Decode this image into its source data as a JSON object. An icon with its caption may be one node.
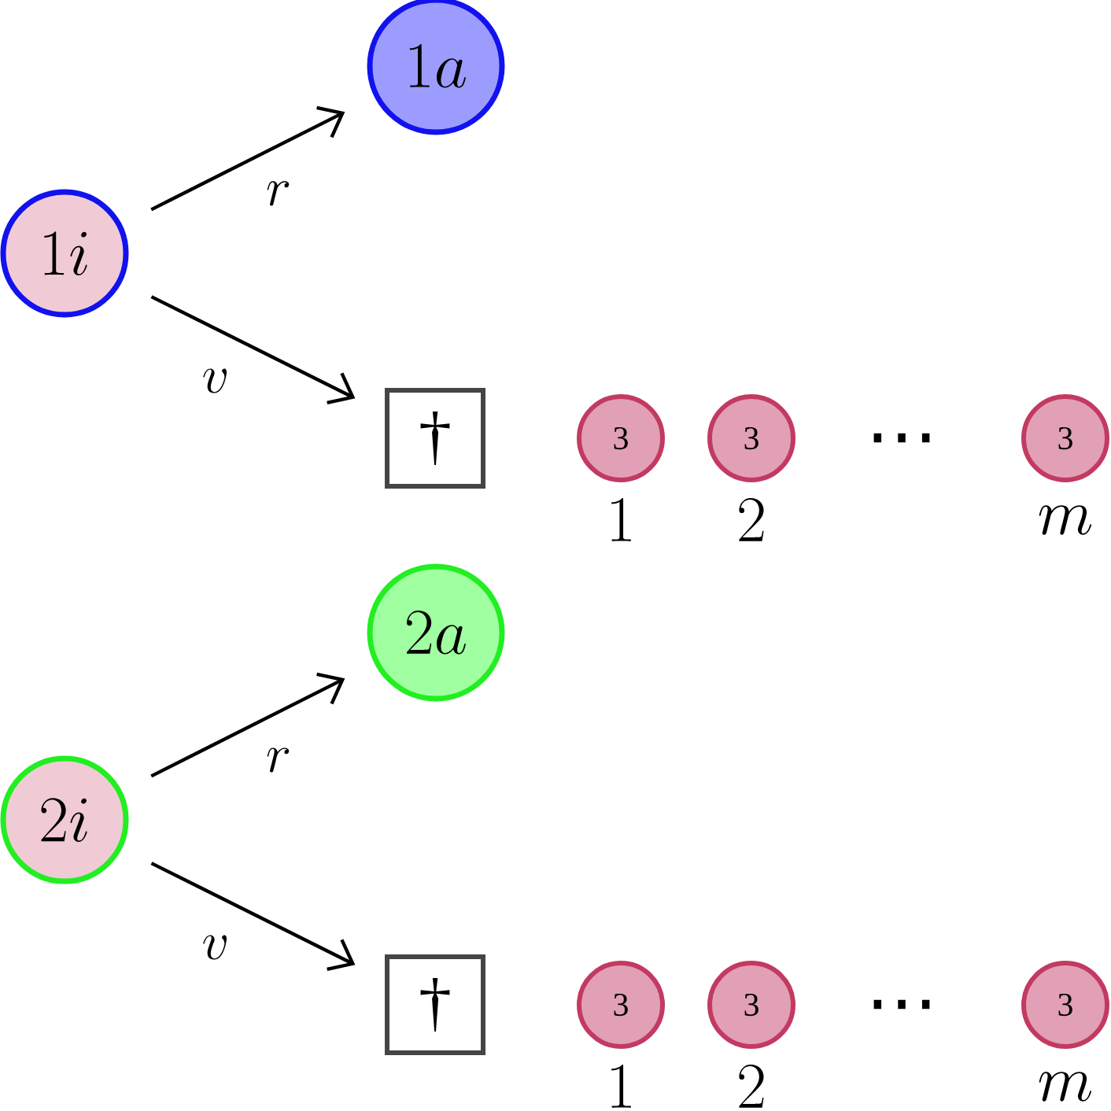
{
  "diagram": {
    "nodes": [
      {
        "text": [
          "1i"
        ]
      },
      {
        "text": [
          "1a"
        ]
      },
      {
        "text": [
          "†"
        ]
      },
      {
        "text": [
          "3"
        ],
        "beside": [
          "1"
        ]
      },
      {
        "text": [
          "3"
        ],
        "beside": [
          "2"
        ]
      },
      {
        "text": [
          "3"
        ],
        "beside": [
          "m"
        ]
      },
      {
        "text": [
          "2i"
        ]
      },
      {
        "text": [
          "2a"
        ]
      },
      {
        "text": [
          "†"
        ]
      },
      {
        "text": [
          "3"
        ],
        "beside": [
          "1"
        ]
      },
      {
        "text": [
          "3"
        ],
        "beside": [
          "2"
        ]
      },
      {
        "text": [
          "3"
        ],
        "beside": [
          "m"
        ]
      }
    ],
    "edges": [
      {
        "from": 0,
        "to": 1,
        "arrow": "to",
        "label": "r"
      },
      {
        "from": 0,
        "to": 2,
        "arrow": "to",
        "label": "v"
      },
      {
        "from": 6,
        "to": 7,
        "arrow": "to",
        "label": "r"
      },
      {
        "from": 6,
        "to": 8,
        "arrow": "to",
        "label": "v"
      }
    ],
    "labels": [
      "⋯",
      "⋯"
    ]
  }
}
